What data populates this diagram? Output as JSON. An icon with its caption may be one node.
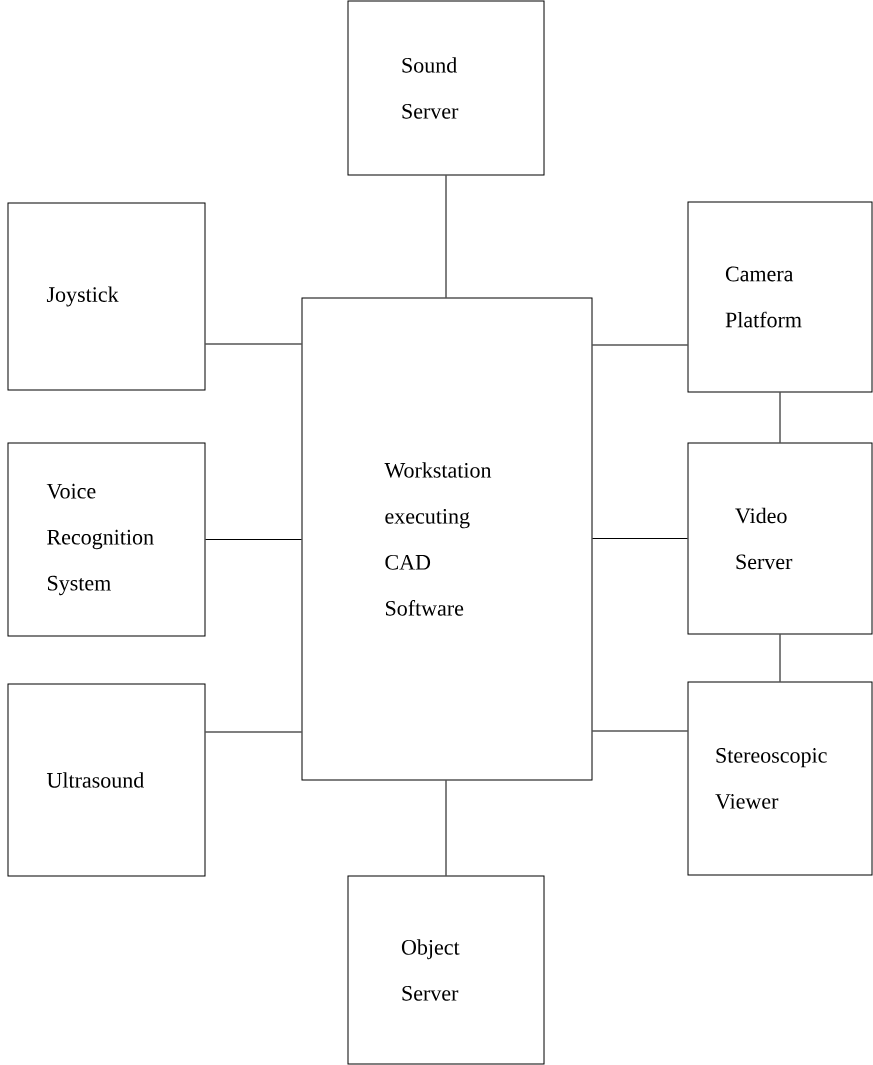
{
  "diagram": {
    "nodes": [
      {
        "text": [
          "Sound Server"
        ]
      },
      {
        "text": [
          "Joystick"
        ]
      },
      {
        "text": [
          "Camera Platform"
        ]
      },
      {
        "text": [
          "Workstation executing CAD Software"
        ]
      },
      {
        "text": [
          "Voice Recognition System"
        ]
      },
      {
        "text": [
          "Video Server"
        ]
      },
      {
        "text": [
          "Ultrasound"
        ]
      },
      {
        "text": [
          "Stereoscopic Viewer"
        ]
      },
      {
        "text": [
          "Object Server"
        ]
      }
    ],
    "edges": [
      {
        "from": 0,
        "to": 3,
        "arrow": "none"
      },
      {
        "from": 1,
        "to": 3,
        "arrow": "none"
      },
      {
        "from": 3,
        "to": 2,
        "arrow": "none"
      },
      {
        "from": 4,
        "to": 3,
        "arrow": "none"
      },
      {
        "from": 3,
        "to": 5,
        "arrow": "none"
      },
      {
        "from": 6,
        "to": 3,
        "arrow": "none"
      },
      {
        "from": 3,
        "to": 7,
        "arrow": "none"
      },
      {
        "from": 3,
        "to": 8,
        "arrow": "none"
      },
      {
        "from": 2,
        "to": 5,
        "arrow": "none"
      },
      {
        "from": 5,
        "to": 7,
        "arrow": "none"
      }
    ]
  }
}
